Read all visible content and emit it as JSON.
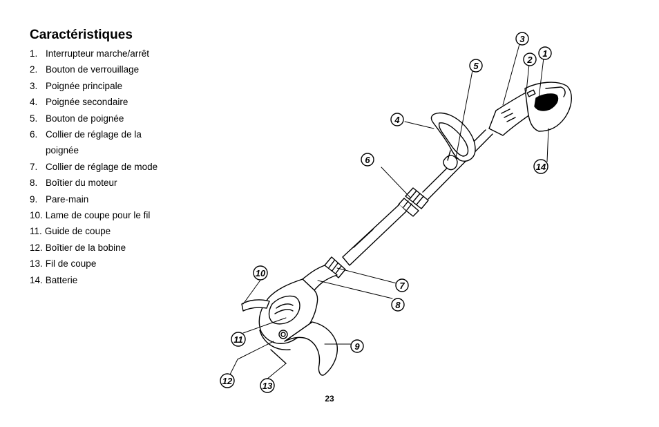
{
  "page": {
    "title": "Caractéristiques",
    "page_number": "23"
  },
  "features": [
    {
      "num": "1.",
      "text": "Interrupteur marche/arrêt"
    },
    {
      "num": "2.",
      "text": "Bouton de verrouillage"
    },
    {
      "num": "3.",
      "text": "Poignée principale"
    },
    {
      "num": "4.",
      "text": "Poignée secondaire"
    },
    {
      "num": "5.",
      "text": "Bouton de poignée"
    },
    {
      "num": "6.",
      "text": "Collier de réglage de la",
      "cont": "poignée"
    },
    {
      "num": "7.",
      "text": "Collier de réglage de mode"
    },
    {
      "num": "8.",
      "text": "Boîtier du moteur"
    },
    {
      "num": "9.",
      "text": "Pare-main"
    },
    {
      "num": "10.",
      "text": "Lame de coupe pour le fil"
    },
    {
      "num": "11.",
      "text": "Guide de coupe"
    },
    {
      "num": "12.",
      "text": "Boîtier de la bobine"
    },
    {
      "num": "13.",
      "text": "Fil de coupe"
    },
    {
      "num": "14.",
      "text": "Batterie"
    }
  ],
  "callouts": [
    "1",
    "2",
    "3",
    "4",
    "5",
    "6",
    "7",
    "8",
    "9",
    "10",
    "11",
    "12",
    "13",
    "14"
  ]
}
